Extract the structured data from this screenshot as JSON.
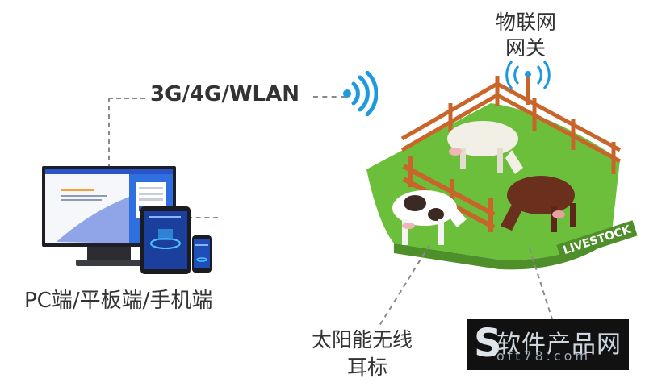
{
  "network_label": "3G/4G/WLAN",
  "gateway_label": {
    "line1": "物联网",
    "line2": "网关"
  },
  "devices_label": "PC端/平板端/手机端",
  "eartag_label": {
    "line1": "太阳能无线",
    "line2": "耳标"
  },
  "farm_sign": "LIVESTOCK",
  "watermark": {
    "letter": "S",
    "main": "软件产品网",
    "sub": "oft78.com"
  },
  "colors": {
    "signal": "#1e9be0",
    "grass": "#6bbf3a",
    "fence": "#c9652a",
    "dash": "#8a8a8a"
  }
}
